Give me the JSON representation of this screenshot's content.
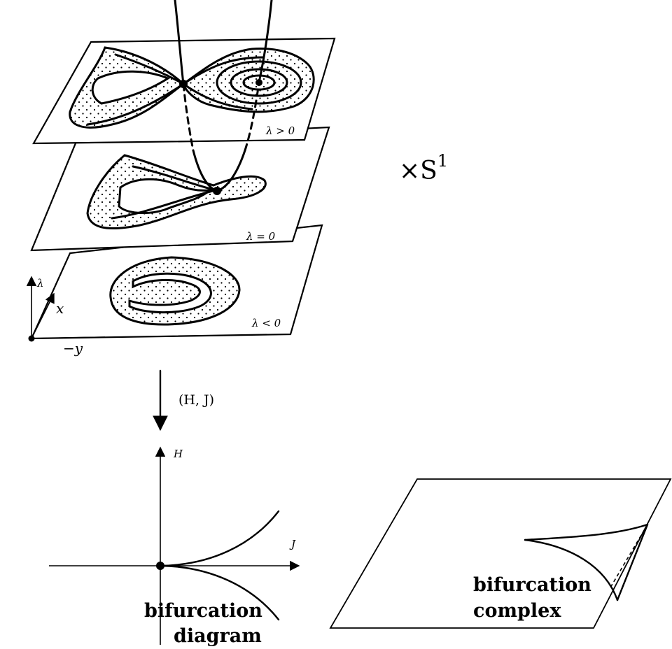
{
  "planes": {
    "top_label": "λ > 0",
    "mid_label": "λ = 0",
    "bottom_label": "λ < 0"
  },
  "axes3d": {
    "lambda": "λ",
    "x": "x",
    "y": "−y"
  },
  "product_label": "×S",
  "product_exponent": "1",
  "map_label": "(H, J)",
  "diagram": {
    "h_axis": "H",
    "j_axis": "J",
    "caption_line1": "bifurcation",
    "caption_line2": "diagram"
  },
  "complex": {
    "caption_line1": "bifurcation",
    "caption_line2": "complex"
  }
}
